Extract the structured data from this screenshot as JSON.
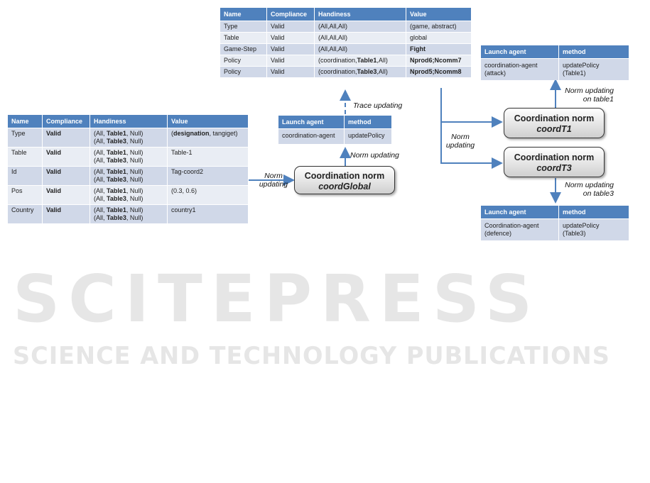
{
  "watermark": {
    "logo_text": "SCITEPRESS",
    "tagline": "SCIENCE AND TECHNOLOGY PUBLICATIONS"
  },
  "colors": {
    "header": "#4f81bd",
    "row_dark": "#d0d8e8",
    "row_light": "#e9edf4",
    "arrow": "#4f81bd"
  },
  "left_table": {
    "headers": [
      "Name",
      "Compliance",
      "Handiness",
      "Value"
    ],
    "rows": [
      {
        "name": "Type",
        "compliance": "Valid",
        "h1a": "(All, ",
        "h1b": "Table1",
        "h1c": ", Null)",
        "h2a": "(All, ",
        "h2b": "Table3",
        "h2c": ", Null)",
        "value_a": "(",
        "value_b": "designation",
        "value_c": ", tangiget)"
      },
      {
        "name": "Table",
        "compliance": "Valid",
        "h1a": "(All, ",
        "h1b": "Table1",
        "h1c": ", Null)",
        "h2a": "(All, ",
        "h2b": "Table3",
        "h2c": ", Null)",
        "value": "Table-1"
      },
      {
        "name": "Id",
        "compliance": "Valid",
        "h1a": "(All, ",
        "h1b": "Table1",
        "h1c": ", Null)",
        "h2a": "(All, ",
        "h2b": "Table3",
        "h2c": ", Null)",
        "value": "Tag-coord2"
      },
      {
        "name": "Pos",
        "compliance": "Valid",
        "h1a": "(All, ",
        "h1b": "Table1",
        "h1c": ", Null)",
        "h2a": "(All, ",
        "h2b": "Table3",
        "h2c": ", Null)",
        "value": "(0.3, 0.6)"
      },
      {
        "name": "Country",
        "compliance": "Valid",
        "h1a": "(All, ",
        "h1b": "Table1",
        "h1c": ", Null)",
        "h2a": "(All, ",
        "h2b": "Table3",
        "h2c": ", Null)",
        "value": "country1"
      }
    ]
  },
  "top_table": {
    "headers": [
      "Name",
      "Compliance",
      "Handiness",
      "Value"
    ],
    "rows": [
      {
        "name": "Type",
        "compliance": "Valid",
        "handiness": "(All,All,All)",
        "value": "(game, abstract)"
      },
      {
        "name": "Table",
        "compliance": "Valid",
        "handiness": "(All,All,All)",
        "value": "global"
      },
      {
        "name": "Game-Step",
        "compliance": "Valid",
        "handiness": "(All,All,All)",
        "value": "Fight"
      },
      {
        "name": "Policy",
        "compliance": "Valid",
        "ha": "(coordination,",
        "hb": "Table1",
        "hc": ",All)",
        "value": "Nprod6;Ncomm7"
      },
      {
        "name": "Policy",
        "compliance": "Valid",
        "ha": "(coordination,",
        "hb": "Table3",
        "hc": ",All)",
        "value": "Nprod5;Ncomm8"
      }
    ]
  },
  "mid_table": {
    "headers": [
      "Launch agent",
      "method"
    ],
    "row": {
      "agent": "coordination-agent",
      "method": "updatePolicy"
    }
  },
  "right_top_table": {
    "headers": [
      "Launch agent",
      "method"
    ],
    "row": {
      "agent_l1": "coordination-agent",
      "agent_l2": "(attack)",
      "method_l1": "updatePolicy",
      "method_l2": "(Table1)"
    }
  },
  "right_bottom_table": {
    "headers": [
      "Launch agent",
      "method"
    ],
    "row": {
      "agent_l1": "Coordination-agent",
      "agent_l2": "(defence)",
      "method_l1": "updatePolicy",
      "method_l2": "(Table3)"
    }
  },
  "nodes": {
    "global": {
      "title": "Coordination norm",
      "sub": "coordGlobal"
    },
    "t1": {
      "title": "Coordination norm",
      "sub": "coordT1"
    },
    "t3": {
      "title": "Coordination norm",
      "sub": "coordT3"
    }
  },
  "labels": {
    "trace_updating": "Trace updating",
    "norm_updating_mid": "Norm updating",
    "norm_left_l1": "Norm",
    "norm_left_l2": "updating",
    "norm_right_l1": "Norm",
    "norm_right_l2": "updating",
    "t1_l1": "Norm updating",
    "t1_l2": "on table1",
    "t3_l1": "Norm updating",
    "t3_l2": "on table3"
  }
}
